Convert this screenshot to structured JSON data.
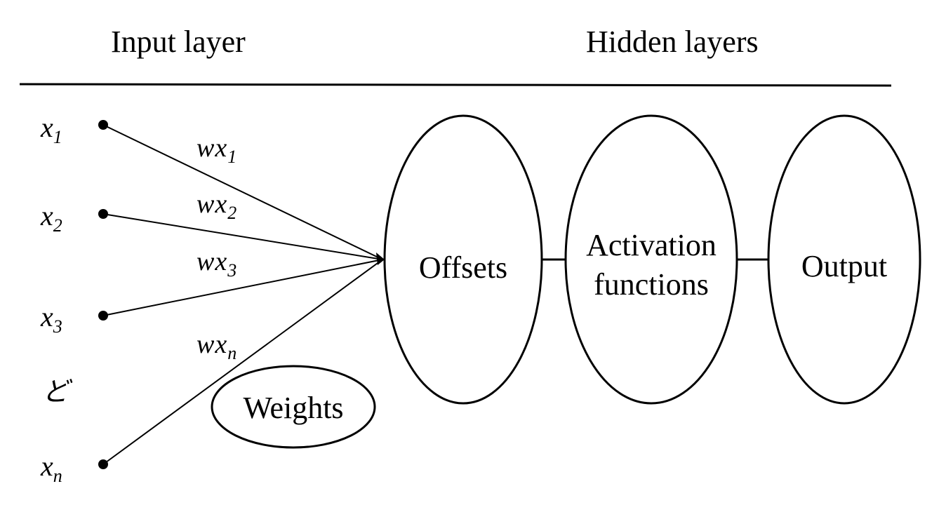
{
  "headers": {
    "input": "Input layer",
    "hidden": "Hidden layers"
  },
  "inputs": [
    {
      "base": "x",
      "sub": "1"
    },
    {
      "base": "x",
      "sub": "2"
    },
    {
      "base": "x",
      "sub": "3"
    },
    {
      "base": "x",
      "sub": "n"
    }
  ],
  "ellipsis": "ど",
  "weights": [
    {
      "base": "wx",
      "sub": "1"
    },
    {
      "base": "wx",
      "sub": "2"
    },
    {
      "base": "wx",
      "sub": "3"
    },
    {
      "base": "wx",
      "sub": "n"
    }
  ],
  "weights_label": "Weights",
  "nodes": {
    "offsets": "Offsets",
    "activation_line1": "Activation",
    "activation_line2": "functions",
    "output": "Output"
  }
}
